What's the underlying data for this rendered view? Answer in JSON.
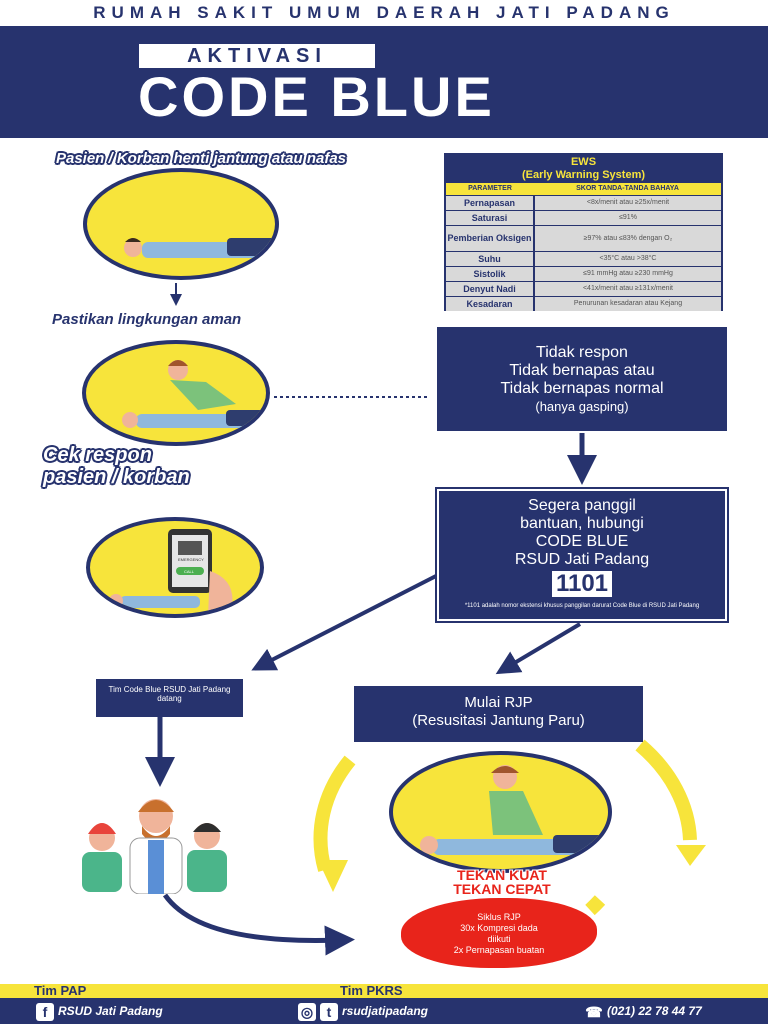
{
  "header": {
    "hospital": "RUMAH SAKIT UMUM DAERAH JATI PADANG",
    "aktivasi": "AKTIVASI",
    "code_blue": "CODE BLUE"
  },
  "steps": {
    "victim_label": "Pasien / Korban henti jantung atau nafas",
    "safe_label": "Pastikan lingkungan aman",
    "check_label_1": "Cek respon",
    "check_label_2": "pasien / korban"
  },
  "ews": {
    "title": "EWS",
    "subtitle": "(Early Warning System)",
    "col_param": "PARAMETER",
    "col_score": "SKOR TANDA-TANDA BAHAYA",
    "rows": [
      {
        "param": "Pernapasan",
        "value": "<8x/menit atau ≥25x/menit"
      },
      {
        "param": "Saturasi",
        "value": "≤91%"
      },
      {
        "param": "Pemberian Oksigen",
        "value": "≥97% atau ≤83% dengan O₂"
      },
      {
        "param": "Suhu",
        "value": "<35°C atau >38°C"
      },
      {
        "param": "Sistolik",
        "value": "≤91 mmHg atau ≥230 mmHg"
      },
      {
        "param": "Denyut Nadi",
        "value": "<41x/menit atau ≥131x/menit"
      },
      {
        "param": "Kesadaran",
        "value": "Penurunan kesadaran atau Kejang"
      }
    ]
  },
  "status_box": {
    "line1": "Tidak respon",
    "line2": "Tidak bernapas atau",
    "line3": "Tidak bernapas normal",
    "line4": "(hanya gasping)"
  },
  "call_box": {
    "line1": "Segera panggil",
    "line2": "bantuan, hubungi",
    "line3": "CODE BLUE",
    "line4": "RSUD Jati Padang",
    "number": "1101",
    "note": "*1101 adalah nomor ekstensi khusus panggilan darurat Code Blue di RSUD Jati Padang"
  },
  "phone_screen": {
    "emergency": "EMERGENCY",
    "call": "CALL"
  },
  "team_box": {
    "text": "Tim Code Blue RSUD Jati Padang datang"
  },
  "rjp_box": {
    "line1": "Mulai RJP",
    "line2": "(Resusitasi Jantung Paru)"
  },
  "tekan": {
    "line1": "TEKAN KUAT",
    "line2": "TEKAN CEPAT"
  },
  "siklus": {
    "title": "Siklus RJP",
    "line1": "30x Kompresi dada",
    "line2": "diikuti",
    "line3": "2x Pernapasan buatan"
  },
  "footer": {
    "label_left": "Tim PAP",
    "label_right": "Tim PKRS",
    "facebook": "RSUD Jati Padang",
    "social": "rsudjatipadang",
    "phone": "(021) 22 78 44 77"
  },
  "colors": {
    "navy": "#27336e",
    "yellow": "#f7e43b",
    "red": "#e8241b"
  }
}
